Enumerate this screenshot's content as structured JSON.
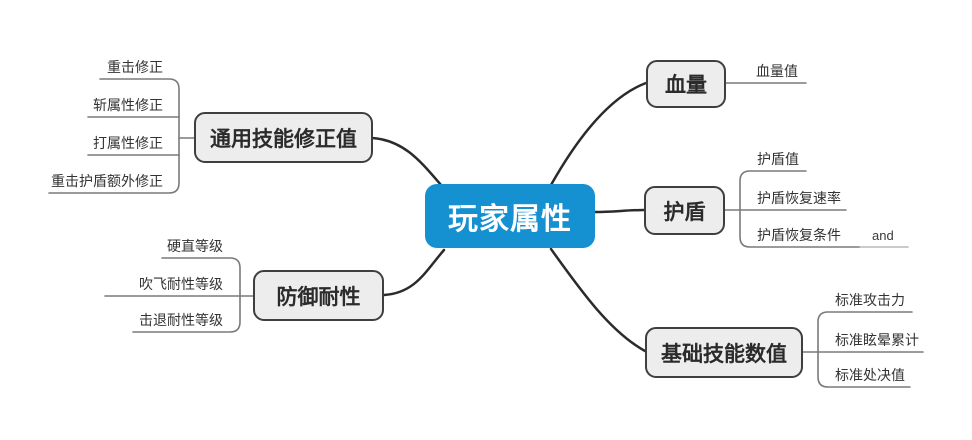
{
  "root": {
    "label": "玩家属性"
  },
  "branches": [
    {
      "label": "通用技能修正值",
      "children": [
        "重击修正",
        "斩属性修正",
        "打属性修正",
        "重击护盾额外修正"
      ]
    },
    {
      "label": "防御耐性",
      "children": [
        "硬直等级",
        "吹飞耐性等级",
        "击退耐性等级"
      ]
    },
    {
      "label": "血量",
      "children": [
        "血量值"
      ]
    },
    {
      "label": "护盾",
      "children": [
        "护盾值",
        "护盾恢复速率",
        "护盾恢复条件",
        "and"
      ]
    },
    {
      "label": "基础技能数值",
      "children": [
        "标准攻击力",
        "标准眩晕累计",
        "标准处决值"
      ]
    }
  ],
  "colors": {
    "root_bg": "#1591d1",
    "root_text": "#ffffff",
    "branch_bg": "#ededed",
    "branch_border": "#3f3f3f",
    "branch_text": "#2b2b2b",
    "leaf_text": "#333333",
    "main_line": "#2b2b2b",
    "leaf_line": "#7a7a7a",
    "and_line": "#b8b8b8"
  }
}
